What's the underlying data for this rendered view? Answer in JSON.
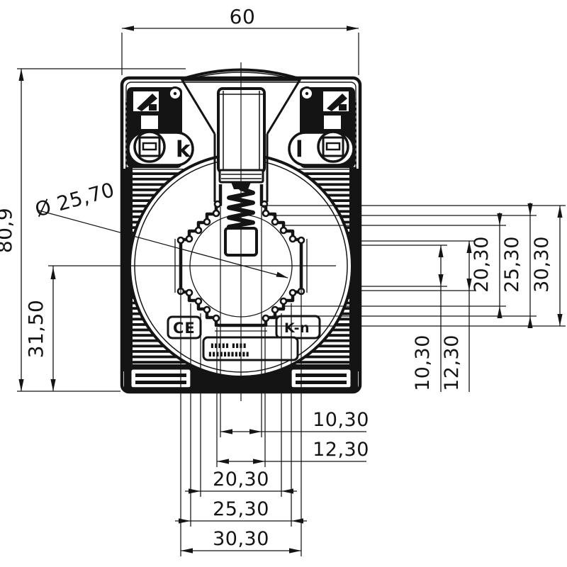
{
  "drawing": {
    "type": "technical-dimension-drawing",
    "component": "current-transformer-front-view",
    "ink_color": "#141414",
    "background_color": "#ffffff",
    "dimensions": {
      "top_width": "60",
      "overall_height": "80,9",
      "center_to_bottom": "31,50",
      "aperture_diameter": "Ø 25,70",
      "right_heights": {
        "h30": "30,30",
        "h25": "25,30",
        "h20": "20,30",
        "h12": "12,30",
        "h10": "10,30"
      },
      "bottom_widths": {
        "w30": "30,30",
        "w25": "25,30",
        "w20": "20,30",
        "w12": "12,30",
        "w10": "10,30"
      }
    },
    "terminal_labels": {
      "k": "k",
      "l": "l"
    },
    "markings": {
      "ce": "CE",
      "brand": "K-n",
      "label_line1": "▮▮▮▮▮ ▮▮▮▮",
      "label_line2": "▮▮▮▮▮▮▮▮▮▮▮"
    }
  }
}
